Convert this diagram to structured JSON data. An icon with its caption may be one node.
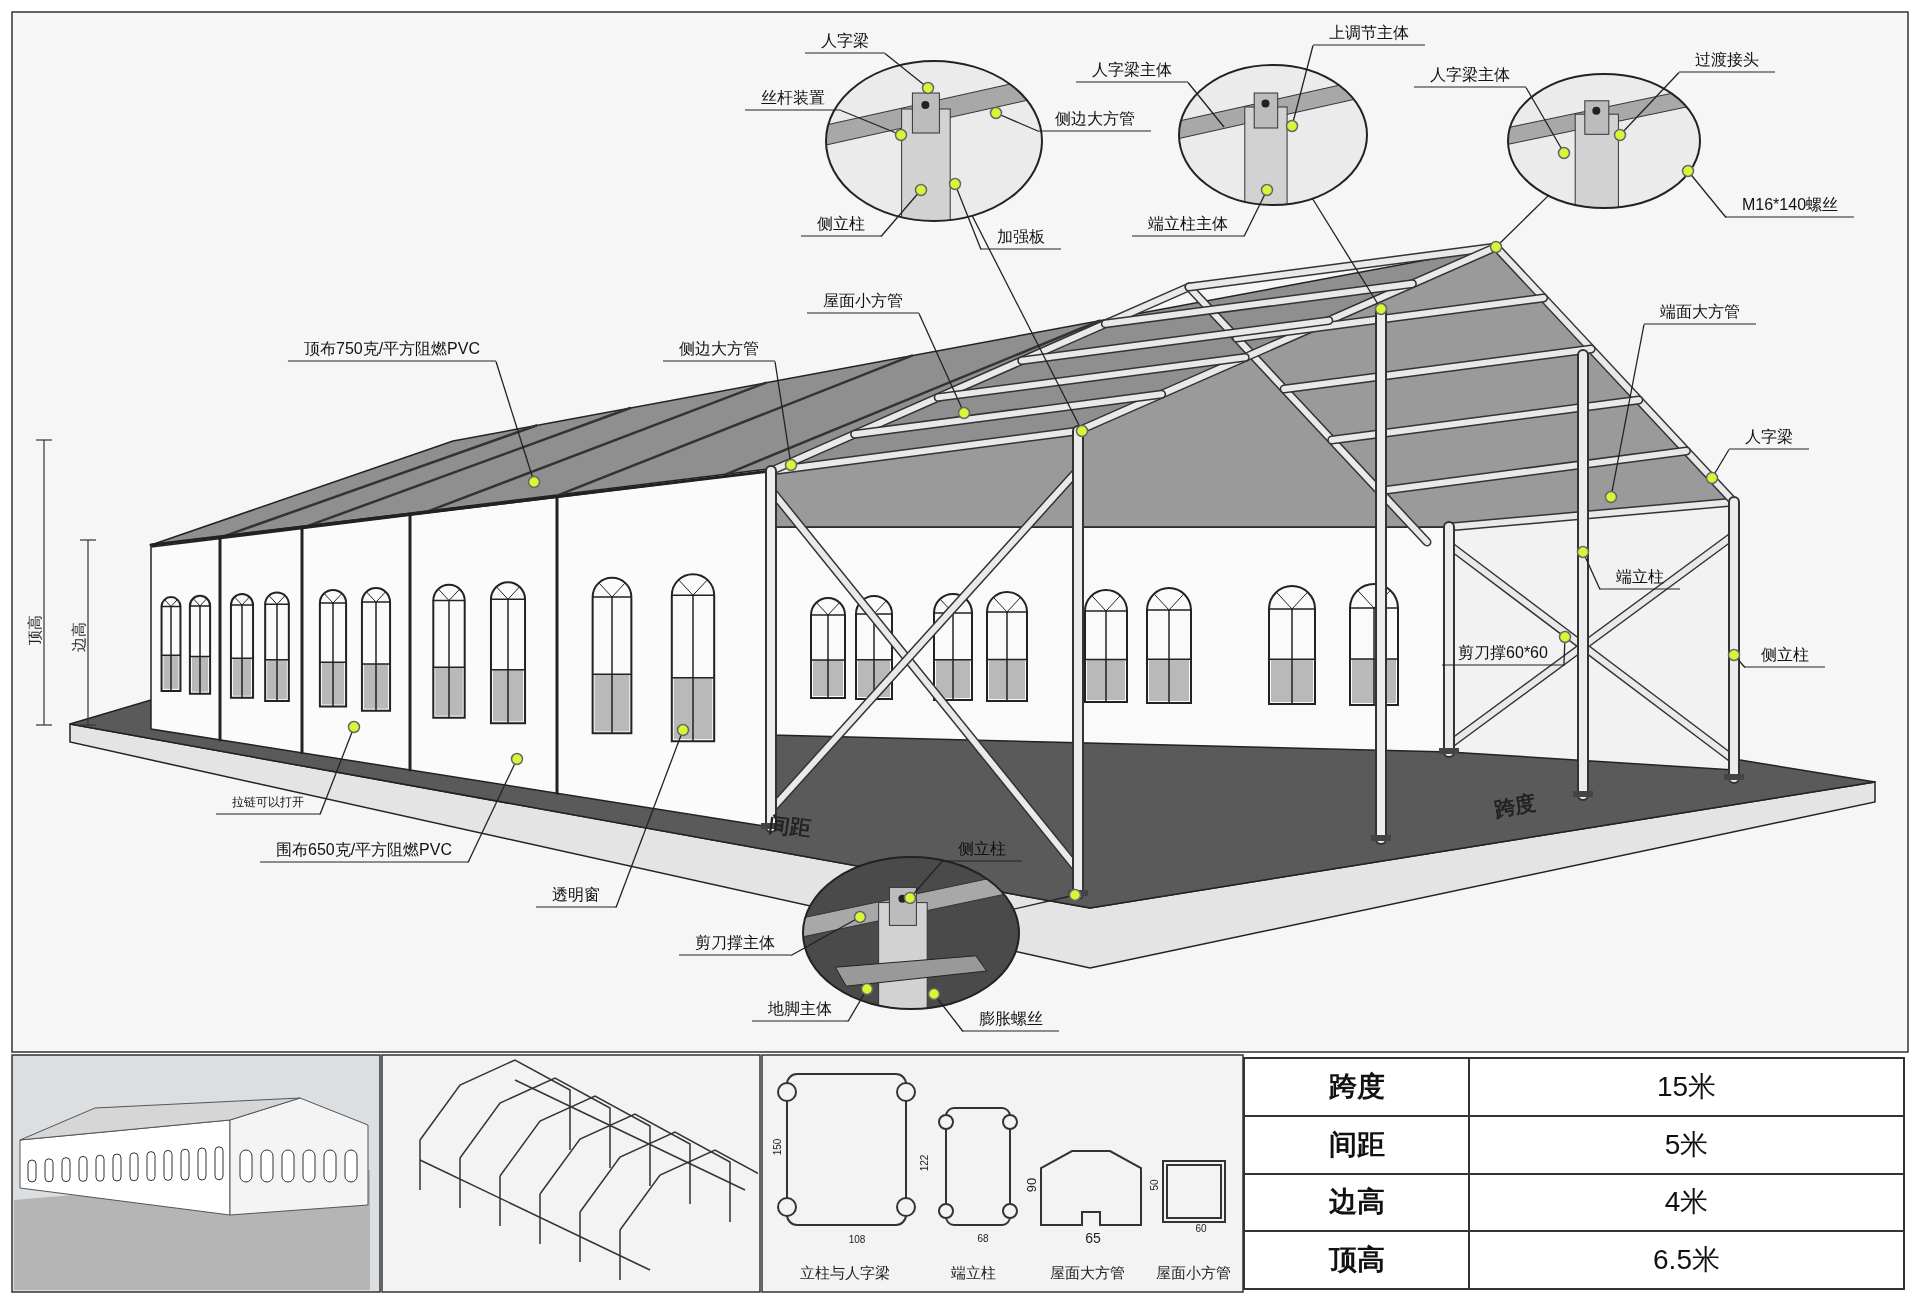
{
  "diagram": {
    "nodes": [
      {
        "text": [],
        "shape": "picture"
      },
      {
        "text": [
          "人字梁"
        ]
      },
      {
        "text": [
          "丝杆装置"
        ]
      },
      {
        "text": [
          "侧边大方管"
        ]
      },
      {
        "text": [
          "侧立柱"
        ]
      },
      {
        "text": [
          "加强板"
        ]
      },
      {
        "text": [],
        "shape": "picture"
      },
      {
        "text": [
          "上调节主体"
        ]
      },
      {
        "text": [
          "人字梁主体"
        ]
      },
      {
        "text": [
          "端立柱主体"
        ]
      },
      {
        "text": [],
        "shape": "picture"
      },
      {
        "text": [
          "过渡接头"
        ]
      },
      {
        "text": [
          "人字梁主体"
        ]
      },
      {
        "text": [
          "M16*140螺丝"
        ]
      },
      {
        "text": [
          "屋面小方管"
        ]
      },
      {
        "text": [
          "端面大方管"
        ]
      },
      {
        "text": [
          "顶布750克/平方阻燃PVC"
        ]
      },
      {
        "text": [
          "侧边大方管"
        ]
      },
      {
        "text": [
          "人字梁"
        ]
      },
      {
        "text": [
          "端立柱"
        ]
      },
      {
        "text": [
          "剪刀撑60*60"
        ]
      },
      {
        "text": [
          "侧立柱"
        ]
      },
      {
        "text": [
          "拉链可以打开"
        ]
      },
      {
        "text": [
          "围布650克/平方阻燃PVC"
        ]
      },
      {
        "text": [
          "透明窗"
        ]
      },
      {
        "text": [],
        "shape": "picture"
      },
      {
        "text": [
          "侧立柱"
        ]
      },
      {
        "text": [
          "剪刀撑主体"
        ]
      },
      {
        "text": [
          "地脚主体"
        ]
      },
      {
        "text": [
          "膨胀螺丝"
        ]
      }
    ],
    "edges": [
      {
        "from": 0,
        "to": null,
        "arrow": "other"
      },
      {
        "from": 1,
        "to": 0,
        "arrow": "other"
      },
      {
        "from": 2,
        "to": 0,
        "arrow": "other"
      },
      {
        "from": 3,
        "to": 0,
        "arrow": "other"
      },
      {
        "from": 4,
        "to": 0,
        "arrow": "other"
      },
      {
        "from": 5,
        "to": 0,
        "arrow": "other"
      },
      {
        "from": 6,
        "to": null,
        "arrow": "other"
      },
      {
        "from": 7,
        "to": 6,
        "arrow": "other"
      },
      {
        "from": 8,
        "to": 6,
        "arrow": "none"
      },
      {
        "from": 9,
        "to": 6,
        "arrow": "other"
      },
      {
        "from": 10,
        "to": null,
        "arrow": "other"
      },
      {
        "from": 11,
        "to": 10,
        "arrow": "other"
      },
      {
        "from": 12,
        "to": 10,
        "arrow": "other"
      },
      {
        "from": 13,
        "to": 10,
        "arrow": "other"
      },
      {
        "from": 14,
        "to": null,
        "arrow": "other"
      },
      {
        "from": 15,
        "to": null,
        "arrow": "other"
      },
      {
        "from": 16,
        "to": null,
        "arrow": "other"
      },
      {
        "from": 17,
        "to": null,
        "arrow": "other"
      },
      {
        "from": 18,
        "to": null,
        "arrow": "other"
      },
      {
        "from": 19,
        "to": null,
        "arrow": "other"
      },
      {
        "from": 20,
        "to": null,
        "arrow": "other"
      },
      {
        "from": 21,
        "to": null,
        "arrow": "other"
      },
      {
        "from": 22,
        "to": null,
        "arrow": "other"
      },
      {
        "from": 23,
        "to": null,
        "arrow": "other"
      },
      {
        "from": 24,
        "to": null,
        "arrow": "other"
      },
      {
        "from": 25,
        "to": null,
        "arrow": "other"
      },
      {
        "from": 26,
        "to": 25,
        "arrow": "other"
      },
      {
        "from": 27,
        "to": 25,
        "arrow": "other"
      },
      {
        "from": 28,
        "to": 25,
        "arrow": "other"
      },
      {
        "from": 29,
        "to": 25,
        "arrow": "other"
      }
    ],
    "labels": [
      "顶高",
      "边高",
      "间距",
      "跨度",
      "150",
      "108",
      "立柱与人字梁",
      "122",
      "68",
      "端立柱",
      "90",
      "65",
      "屋面大方管",
      "50",
      "60",
      "屋面小方管",
      "跨度",
      "15米",
      "间距",
      "5米",
      "边高",
      "4米",
      "顶高",
      "6.5米"
    ]
  }
}
